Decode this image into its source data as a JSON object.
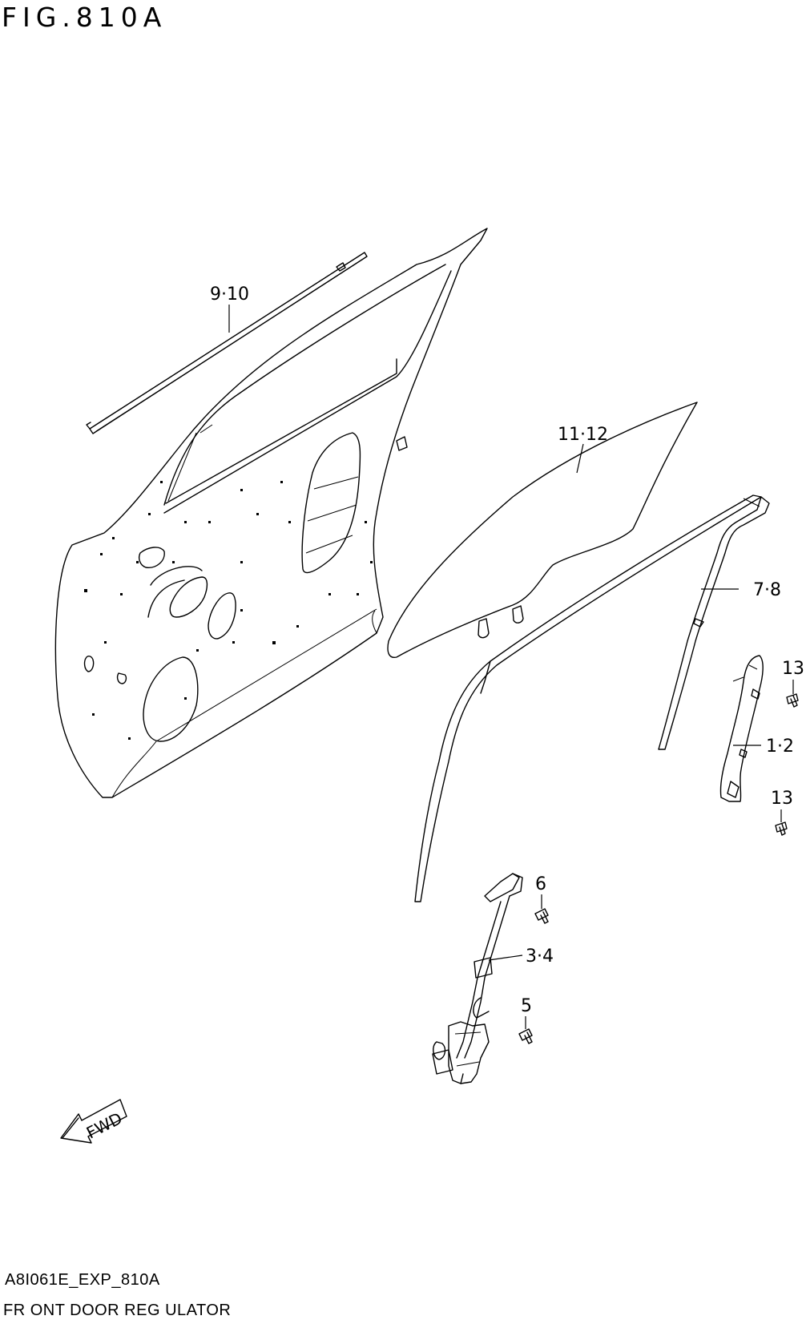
{
  "figure": {
    "title": "FIG.810A",
    "code": "A8I061E_EXP_810A",
    "caption": "FR ONT DOOR REG ULATOR"
  },
  "callouts": [
    {
      "id": "9-10",
      "label": "9·10"
    },
    {
      "id": "11-12",
      "label": "11·12"
    },
    {
      "id": "7-8",
      "label": "7·8"
    },
    {
      "id": "13a",
      "label": "13"
    },
    {
      "id": "1-2",
      "label": "1·2"
    },
    {
      "id": "13b",
      "label": "13"
    },
    {
      "id": "6",
      "label": "6"
    },
    {
      "id": "3-4",
      "label": "3·4"
    },
    {
      "id": "5",
      "label": "5"
    }
  ],
  "fwd_arrow": {
    "label": "FWD"
  }
}
